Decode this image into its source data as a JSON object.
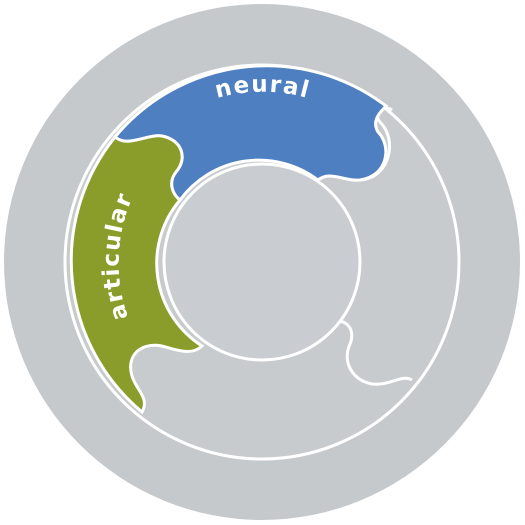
{
  "diagram": {
    "segments": [
      {
        "id": "neural",
        "label": "neural",
        "color": "#4d7fc1",
        "active": true
      },
      {
        "id": "articular",
        "label": "articular",
        "color": "#8a9d2b",
        "active": true
      },
      {
        "id": "unlabeled-right",
        "label": "",
        "color": "#c8cbce",
        "active": false
      }
    ],
    "colors": {
      "outer_disc": "#c6c9cc",
      "ring_inactive": "#c8cbce",
      "inner_disc": "#c9ccd0",
      "outline": "#ffffff"
    }
  }
}
